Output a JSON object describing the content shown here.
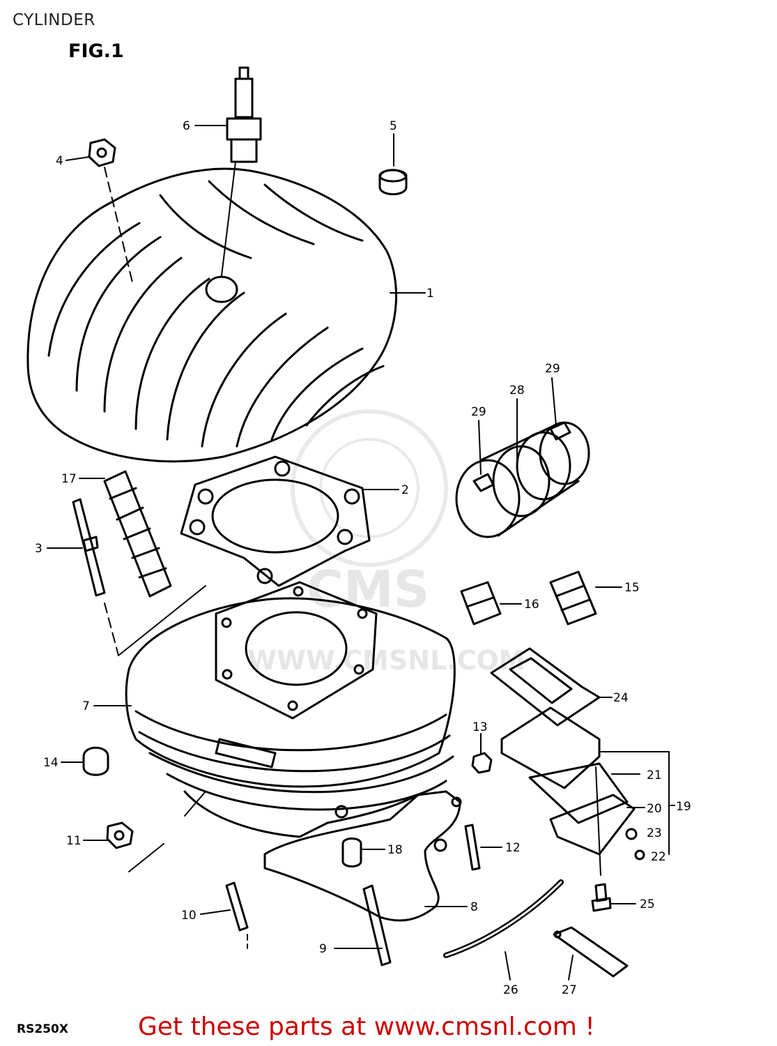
{
  "header": {
    "title": "CYLINDER",
    "figure": "FIG.1"
  },
  "watermark": {
    "brand": "CMS",
    "url": "WWW.CMSNL.COM"
  },
  "callouts": [
    "1",
    "2",
    "3",
    "4",
    "5",
    "6",
    "7",
    "8",
    "9",
    "10",
    "11",
    "12",
    "13",
    "14",
    "15",
    "16",
    "17",
    "18",
    "19",
    "20",
    "21",
    "22",
    "23",
    "24",
    "25",
    "26",
    "27",
    "28",
    "29",
    "29"
  ],
  "footer": {
    "model": "RS250X",
    "promo": "Get these parts at www.cmsnl.com !",
    "promo_color": "#cc0000"
  }
}
